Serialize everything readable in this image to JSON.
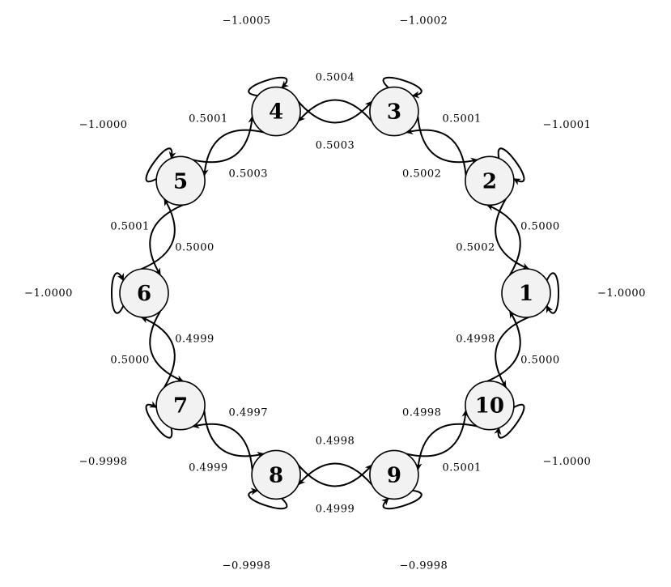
{
  "nodes": [
    {
      "id": "1"
    },
    {
      "id": "2"
    },
    {
      "id": "3"
    },
    {
      "id": "4"
    },
    {
      "id": "5"
    },
    {
      "id": "6"
    },
    {
      "id": "7"
    },
    {
      "id": "8"
    },
    {
      "id": "9"
    },
    {
      "id": "10"
    }
  ],
  "self_loops": [
    {
      "node": "1",
      "label": "−1.0000"
    },
    {
      "node": "2",
      "label": "−1.0001"
    },
    {
      "node": "3",
      "label": "−1.0002"
    },
    {
      "node": "4",
      "label": "−1.0005"
    },
    {
      "node": "5",
      "label": "−1.0000"
    },
    {
      "node": "6",
      "label": "−1.0000"
    },
    {
      "node": "7",
      "label": "−0.9998"
    },
    {
      "node": "8",
      "label": "−0.9998"
    },
    {
      "node": "9",
      "label": "−0.9998"
    },
    {
      "node": "10",
      "label": "−1.0000"
    }
  ],
  "edges": [
    {
      "from": "1",
      "to": "2",
      "label": "0.5000"
    },
    {
      "from": "2",
      "to": "1",
      "label": "0.5002"
    },
    {
      "from": "2",
      "to": "3",
      "label": "0.5001"
    },
    {
      "from": "3",
      "to": "2",
      "label": "0.5002"
    },
    {
      "from": "3",
      "to": "4",
      "label": "0.5004"
    },
    {
      "from": "4",
      "to": "3",
      "label": "0.5003"
    },
    {
      "from": "4",
      "to": "5",
      "label": "0.5001"
    },
    {
      "from": "5",
      "to": "4",
      "label": "0.5003"
    },
    {
      "from": "5",
      "to": "6",
      "label": "0.5001"
    },
    {
      "from": "6",
      "to": "5",
      "label": "0.5000"
    },
    {
      "from": "6",
      "to": "7",
      "label": "0.5000"
    },
    {
      "from": "7",
      "to": "6",
      "label": "0.4999"
    },
    {
      "from": "7",
      "to": "8",
      "label": "0.4999"
    },
    {
      "from": "8",
      "to": "7",
      "label": "0.4997"
    },
    {
      "from": "8",
      "to": "9",
      "label": "0.4999"
    },
    {
      "from": "9",
      "to": "8",
      "label": "0.4998"
    },
    {
      "from": "9",
      "to": "10",
      "label": "0.5001"
    },
    {
      "from": "10",
      "to": "9",
      "label": "0.4998"
    },
    {
      "from": "10",
      "to": "1",
      "label": "0.5000"
    },
    {
      "from": "1",
      "to": "10",
      "label": "0.4998"
    }
  ]
}
